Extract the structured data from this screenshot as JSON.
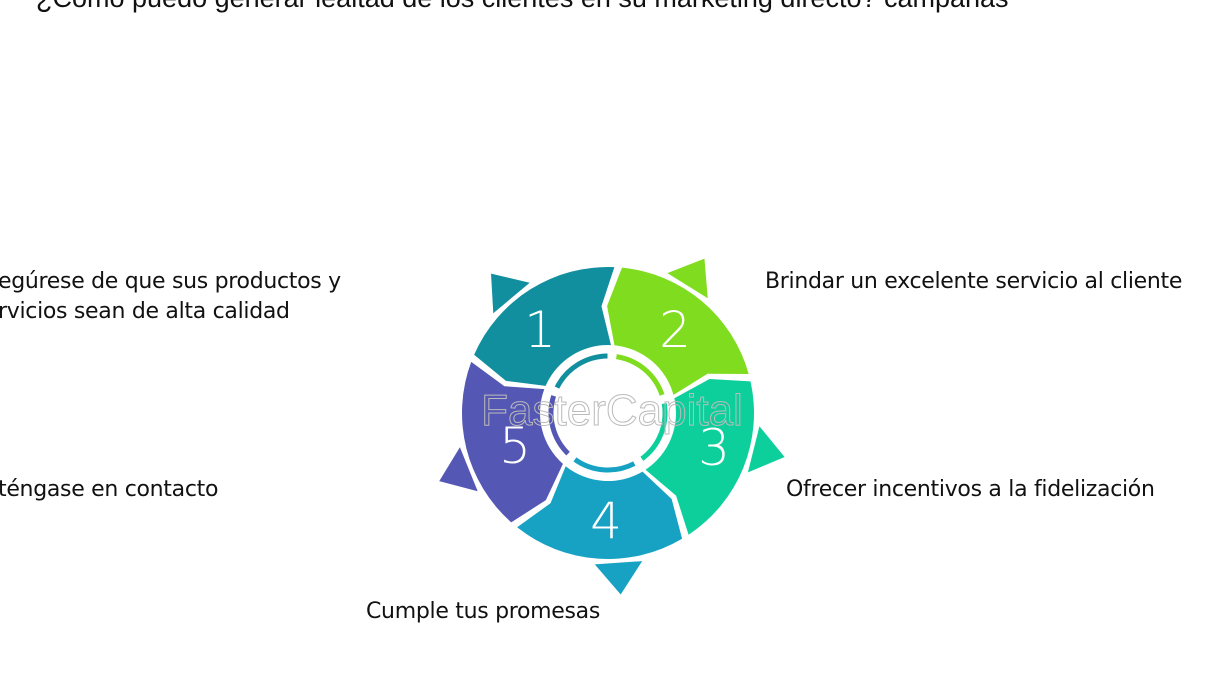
{
  "title": "¿Cómo puedo generar lealtad de los clientes en su marketing directo? campañas",
  "watermark": "FasterCapital",
  "steps": [
    {
      "number": "1",
      "label_line1": "egúrese de que sus productos y",
      "label_line2": "rvicios sean de alta calidad",
      "color": "#118f9f"
    },
    {
      "number": "2",
      "label": "Brindar un excelente servicio al cliente",
      "color": "#7fdc1f"
    },
    {
      "number": "3",
      "label": "Ofrecer incentivos a la fidelización",
      "color": "#0dcf9b"
    },
    {
      "number": "4",
      "label": "Cumple tus promesas",
      "color": "#17a2c4"
    },
    {
      "number": "5",
      "label": "téngase en contacto",
      "color": "#5457b3"
    }
  ]
}
